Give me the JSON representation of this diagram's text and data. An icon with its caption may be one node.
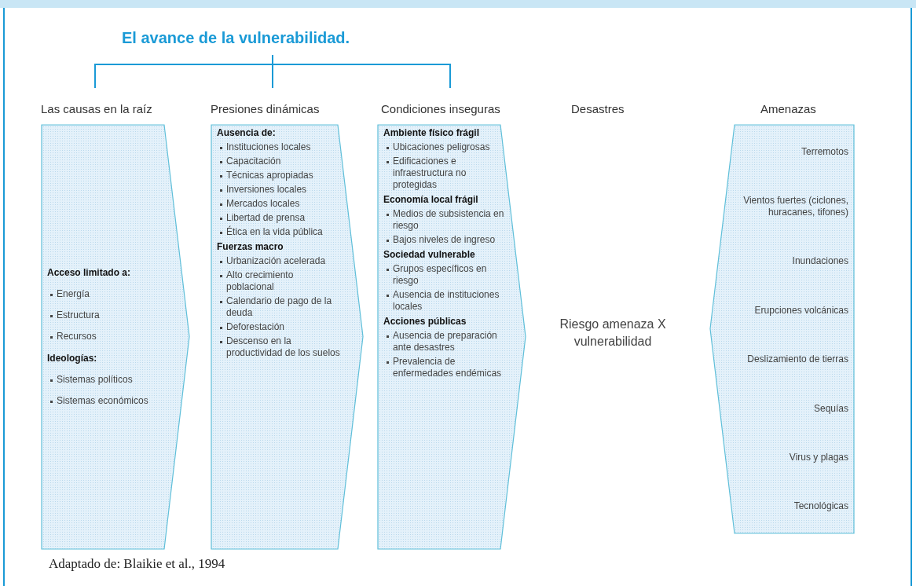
{
  "diagram": {
    "title": "El avance de la vulnerabilidad.",
    "caption": "Adaptado de: Blaikie et al., 1994",
    "nodes": [
      {
        "text": [
          "Las causas en la raíz",
          "Acceso limitado a:",
          "Energía",
          "Estructura",
          "Recursos",
          "Ideologías:",
          "Sistemas políticos",
          "Sistemas económicos"
        ]
      },
      {
        "text": [
          "Presiones dinámicas",
          "Ausencia de:",
          "Instituciones locales",
          "Capacitación",
          "Técnicas apropiadas",
          "Inversiones locales",
          "Mercados locales",
          "Libertad de prensa",
          "Ética en la vida pública",
          "Fuerzas macro",
          "Urbanización acelerada",
          "Alto crecimiento poblacional",
          "Calendario de pago de la deuda",
          "Deforestación",
          "Descenso en la productividad de los suelos"
        ]
      },
      {
        "text": [
          "Condiciones inseguras",
          "Ambiente físico frágil",
          "Ubicaciones peligrosas",
          "Edificaciones e infraestructura no protegidas",
          "Economía local frágil",
          "Medios de subsistencia en riesgo",
          "Bajos niveles de ingreso",
          "Sociedad vulnerable",
          "Grupos específicos en riesgo",
          "Ausencia de instituciones locales",
          "Acciones públicas",
          "Ausencia de preparación ante desastres",
          "Prevalencia de enfermedades endémicas"
        ]
      },
      {
        "text": [
          "Amenazas",
          "Terremotos",
          "Vientos fuertes (ciclones, huracanes, tifones)",
          "Inundaciones",
          "Erupciones volcánicas",
          "Deslizamiento de tierras",
          "Sequías",
          "Virus y plagas",
          "Tecnológicas"
        ]
      }
    ],
    "labels": [
      "Desastres",
      "Riesgo amenaza X vulnerabilidad"
    ]
  }
}
